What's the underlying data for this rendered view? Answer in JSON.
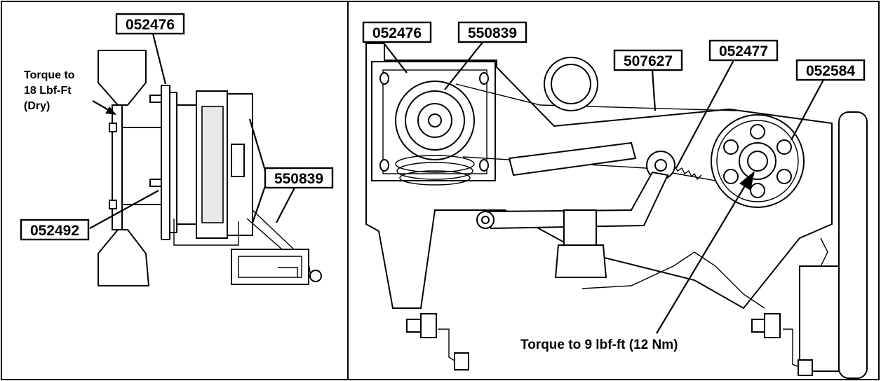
{
  "callouts": {
    "left_top_052476": "052476",
    "left_550839": "550839",
    "left_052492": "052492",
    "right_052476": "052476",
    "right_550839": "550839",
    "right_507627": "507627",
    "right_052477": "052477",
    "right_052584": "052584"
  },
  "notes": {
    "torque_left_line1": "Torque to",
    "torque_left_line2": "18 Lbf-Ft",
    "torque_left_line3": "(Dry)",
    "torque_right": "Torque to 9 lbf-ft (12 Nm)"
  }
}
